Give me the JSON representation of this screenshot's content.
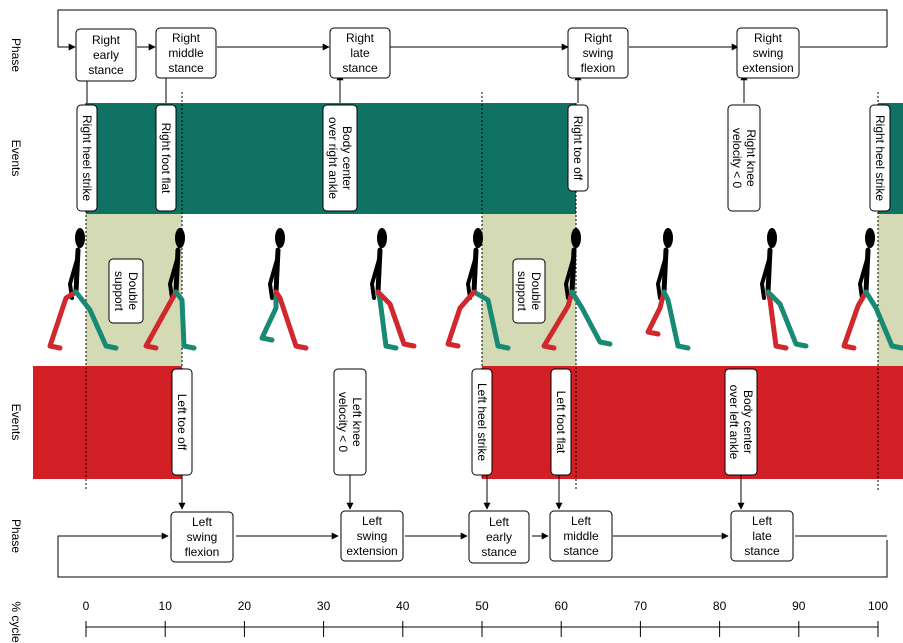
{
  "row_labels": {
    "phase_top": "Phase",
    "events_top": "Events",
    "events_bottom": "Events",
    "phase_bottom": "Phase",
    "cycle": "% cycle"
  },
  "right_phases": [
    {
      "lines": [
        "Right",
        "early",
        "stance"
      ]
    },
    {
      "lines": [
        "Right",
        "middle",
        "stance"
      ]
    },
    {
      "lines": [
        "Right",
        "late",
        "stance"
      ]
    },
    {
      "lines": [
        "Right",
        "swing",
        "flexion"
      ]
    },
    {
      "lines": [
        "Right",
        "swing",
        "extension"
      ]
    }
  ],
  "right_events": [
    {
      "lines": [
        "Right heel strike"
      ]
    },
    {
      "lines": [
        "Right foot flat"
      ]
    },
    {
      "lines": [
        "Body center",
        "over right ankle"
      ]
    },
    {
      "lines": [
        "Right toe off"
      ]
    },
    {
      "lines": [
        "Right knee",
        "velocity < 0"
      ]
    },
    {
      "lines": [
        "Right heel strike"
      ]
    }
  ],
  "left_events": [
    {
      "lines": [
        "Left toe off"
      ]
    },
    {
      "lines": [
        "Left knee",
        "velocity < 0"
      ]
    },
    {
      "lines": [
        "Left heel strike"
      ]
    },
    {
      "lines": [
        "Left foot flat"
      ]
    },
    {
      "lines": [
        "Body center",
        "over left ankle"
      ]
    }
  ],
  "left_phases": [
    {
      "lines": [
        "Left",
        "swing",
        "flexion"
      ]
    },
    {
      "lines": [
        "Left",
        "swing",
        "extension"
      ]
    },
    {
      "lines": [
        "Left",
        "early",
        "stance"
      ]
    },
    {
      "lines": [
        "Left",
        "middle",
        "stance"
      ]
    },
    {
      "lines": [
        "Left",
        "late",
        "stance"
      ]
    }
  ],
  "double_support": [
    {
      "lines": [
        "Double",
        "support"
      ]
    },
    {
      "lines": [
        "Double",
        "support"
      ]
    }
  ],
  "axis": {
    "ticks": [
      "0",
      "10",
      "20",
      "30",
      "40",
      "50",
      "60",
      "70",
      "80",
      "90",
      "100"
    ]
  },
  "colors": {
    "right_stance": "#0f7263",
    "left_stance": "#d21f26",
    "double_support": "#d4dbb4",
    "right_leg": "#188a74",
    "left_leg": "#d0282d",
    "body": "#000000"
  }
}
